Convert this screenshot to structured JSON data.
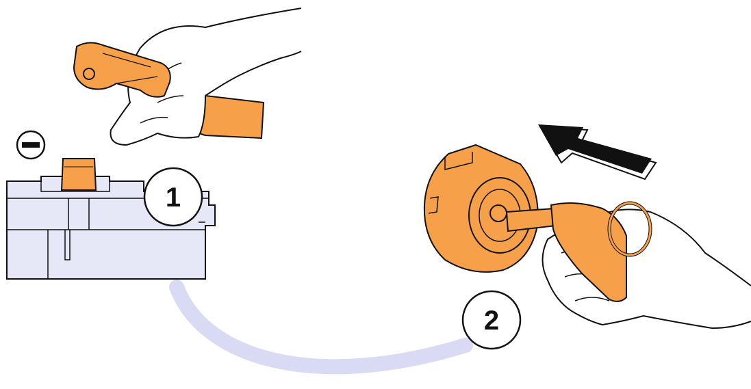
{
  "steps": {
    "step1": {
      "number": "1"
    },
    "step2": {
      "number": "2"
    }
  },
  "terminal": {
    "polarity": "−"
  },
  "colors": {
    "accent_orange": "#F7A04A",
    "connector_lavender": "#D9DAF4",
    "battery_fill": "#E6E7F7",
    "outline": "#111111"
  },
  "icons": {
    "step1_action": "terminal-clamp-removal",
    "step2_action": "tool-insert-arrow",
    "direction": "arrow-left-up"
  }
}
